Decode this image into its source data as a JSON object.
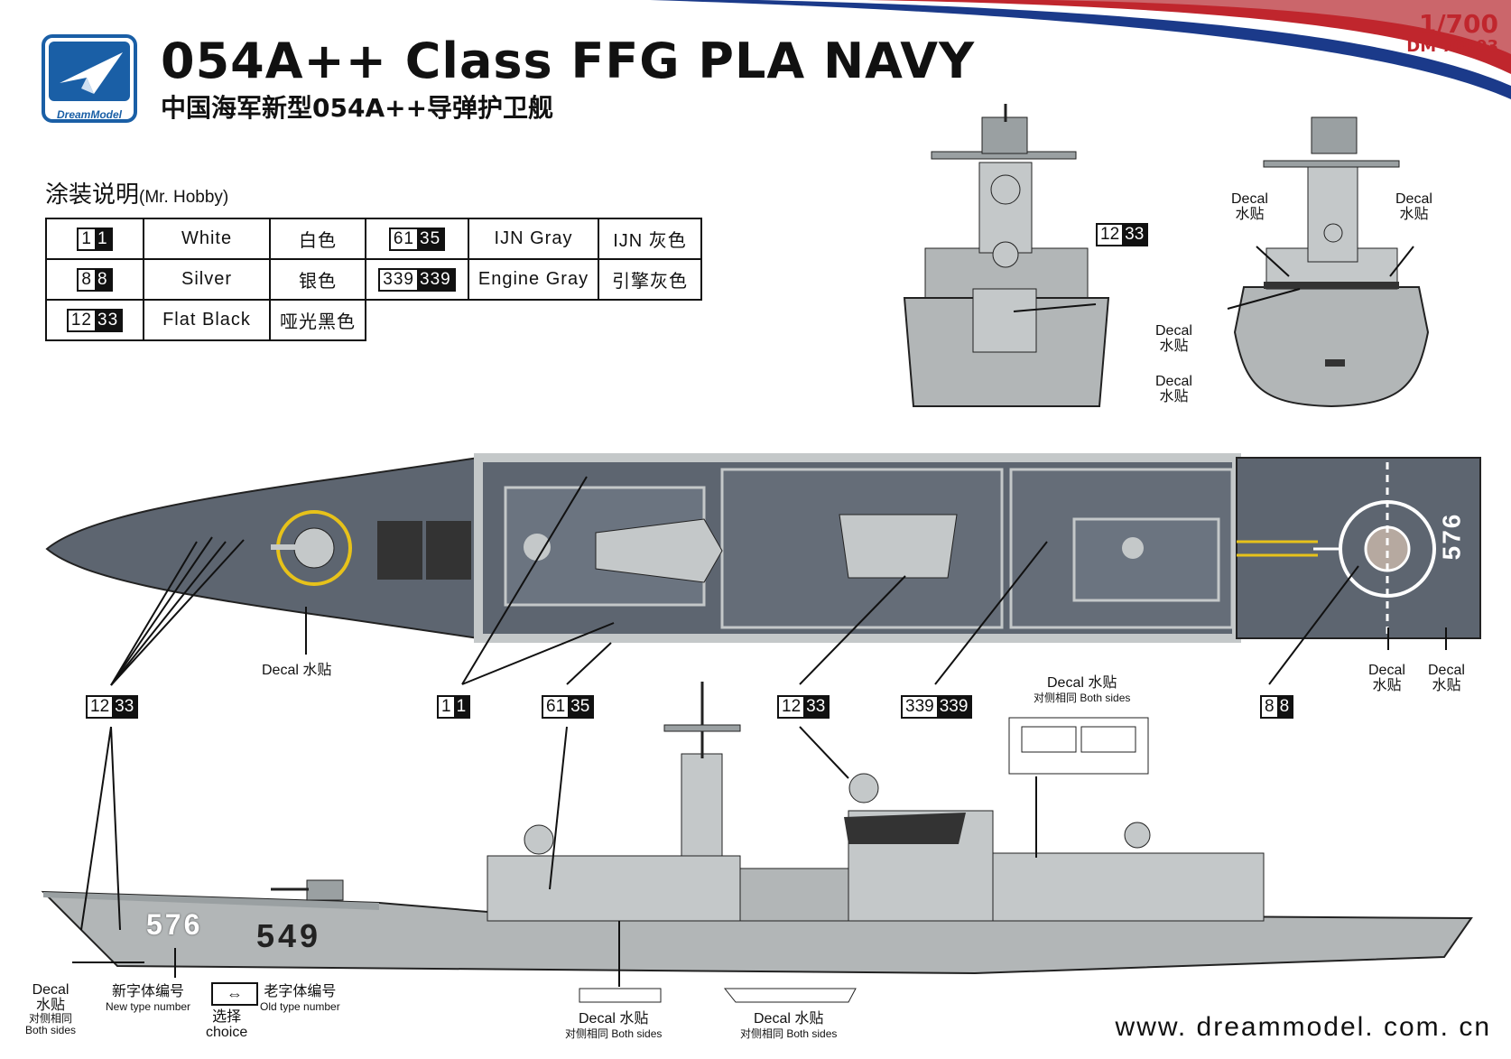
{
  "header": {
    "title": "054A++ Class FFG PLA NAVY",
    "subtitle": "中国海军新型054A++导弹护卫舰",
    "logo_text": "DreamModel",
    "scale": "1/700",
    "code": "DM 70003"
  },
  "paint_guide": {
    "heading": "涂装说明",
    "brand": "(Mr. Hobby)",
    "rows": [
      [
        {
          "code_a": "1",
          "code_b": "1",
          "en": "White",
          "zh": "白色"
        },
        {
          "code_a": "61",
          "code_b": "35",
          "en": "IJN Gray",
          "zh": "IJN 灰色"
        }
      ],
      [
        {
          "code_a": "8",
          "code_b": "8",
          "en": "Silver",
          "zh": "银色"
        },
        {
          "code_a": "339",
          "code_b": "339",
          "en": "Engine Gray",
          "zh": "引擎灰色"
        }
      ],
      [
        {
          "code_a": "12",
          "code_b": "33",
          "en": "Flat Black",
          "zh": "哑光黑色"
        }
      ]
    ]
  },
  "callouts": {
    "c1233_left": {
      "a": "12",
      "b": "33"
    },
    "c11": {
      "a": "1",
      "b": "1"
    },
    "c6135": {
      "a": "61",
      "b": "35"
    },
    "c1233_mid": {
      "a": "12",
      "b": "33"
    },
    "c339": {
      "a": "339",
      "b": "339"
    },
    "c88": {
      "a": "8",
      "b": "8"
    },
    "c1233_front": {
      "a": "12",
      "b": "33"
    }
  },
  "labels": {
    "decal_top_bow": "Decal 水贴",
    "decal_heli_1": [
      "Decal",
      "水贴"
    ],
    "decal_heli_2": [
      "Decal",
      "水贴"
    ],
    "decal_stern_left": [
      "Decal",
      "水贴"
    ],
    "decal_stern_right": [
      "Decal",
      "水贴"
    ],
    "decal_front_1": [
      "Decal",
      "水贴"
    ],
    "decal_front_2": [
      "Decal",
      "水贴"
    ],
    "decal_side_top": "Decal 水贴",
    "both_sides_zh_en": "对侧相同 Both sides",
    "decal_bow": [
      "Decal",
      "水贴",
      "对侧相同",
      "Both sides"
    ],
    "new_type": [
      "新字体编号",
      "New type number"
    ],
    "old_type": [
      "老字体编号",
      "Old type number"
    ],
    "choice": [
      "选择",
      "choice"
    ],
    "decal_bottom_1": "Decal 水贴",
    "decal_bottom_2": "Decal 水贴",
    "both_sides_1": "对侧相同 Both sides",
    "both_sides_2": "对侧相同 Both sides"
  },
  "hull_numbers": {
    "deck": "576",
    "new": "576",
    "old": "549"
  },
  "footer": {
    "url": "www. dreammodel. com. cn"
  },
  "colors": {
    "deck": "#5d6570",
    "hull": "#b2b6b7",
    "superstructure": "#c4c8c9",
    "scale_red": "#c0262d",
    "logo_blue": "#1a5fa6",
    "heli_line": "#e7c21a"
  }
}
